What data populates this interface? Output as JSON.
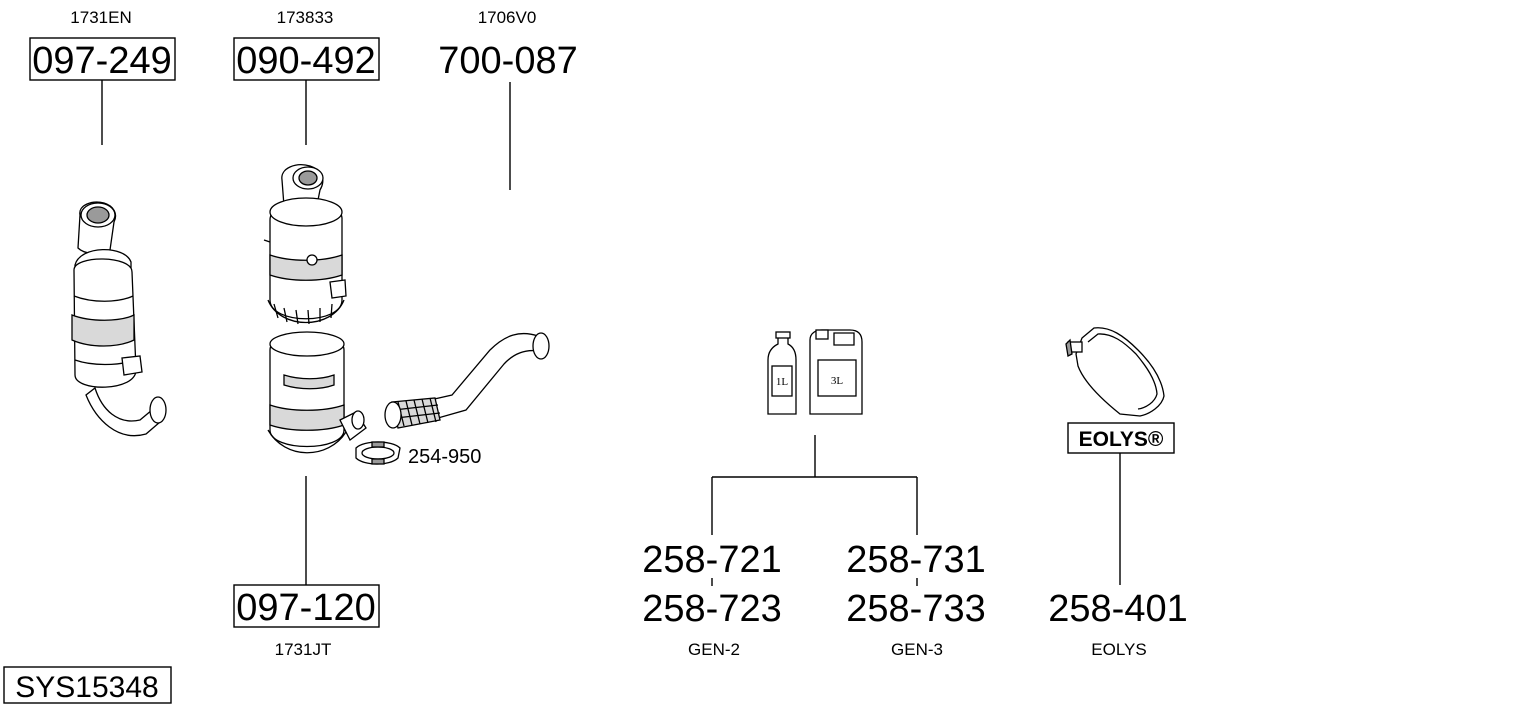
{
  "diagram": {
    "system_code": "SYS15348",
    "parts": {
      "p1": {
        "oem": "1731EN",
        "number": "097-249"
      },
      "p2": {
        "oem": "173833",
        "number": "090-492"
      },
      "p3": {
        "oem": "1706V0",
        "number": "700-087"
      },
      "p4": {
        "oem": "1731JT",
        "number": "097-120"
      },
      "clamp": {
        "number": "254-950"
      },
      "gen2": {
        "number_a": "258-721",
        "number_b": "258-723",
        "caption": "GEN-2"
      },
      "gen3": {
        "number_a": "258-731",
        "number_b": "258-733",
        "caption": "GEN-3"
      },
      "eolys": {
        "number": "258-401",
        "caption": "EOLYS",
        "logo_text": "EOLYS®"
      }
    },
    "containers": {
      "small_label": "1L",
      "large_label": "3L"
    }
  }
}
